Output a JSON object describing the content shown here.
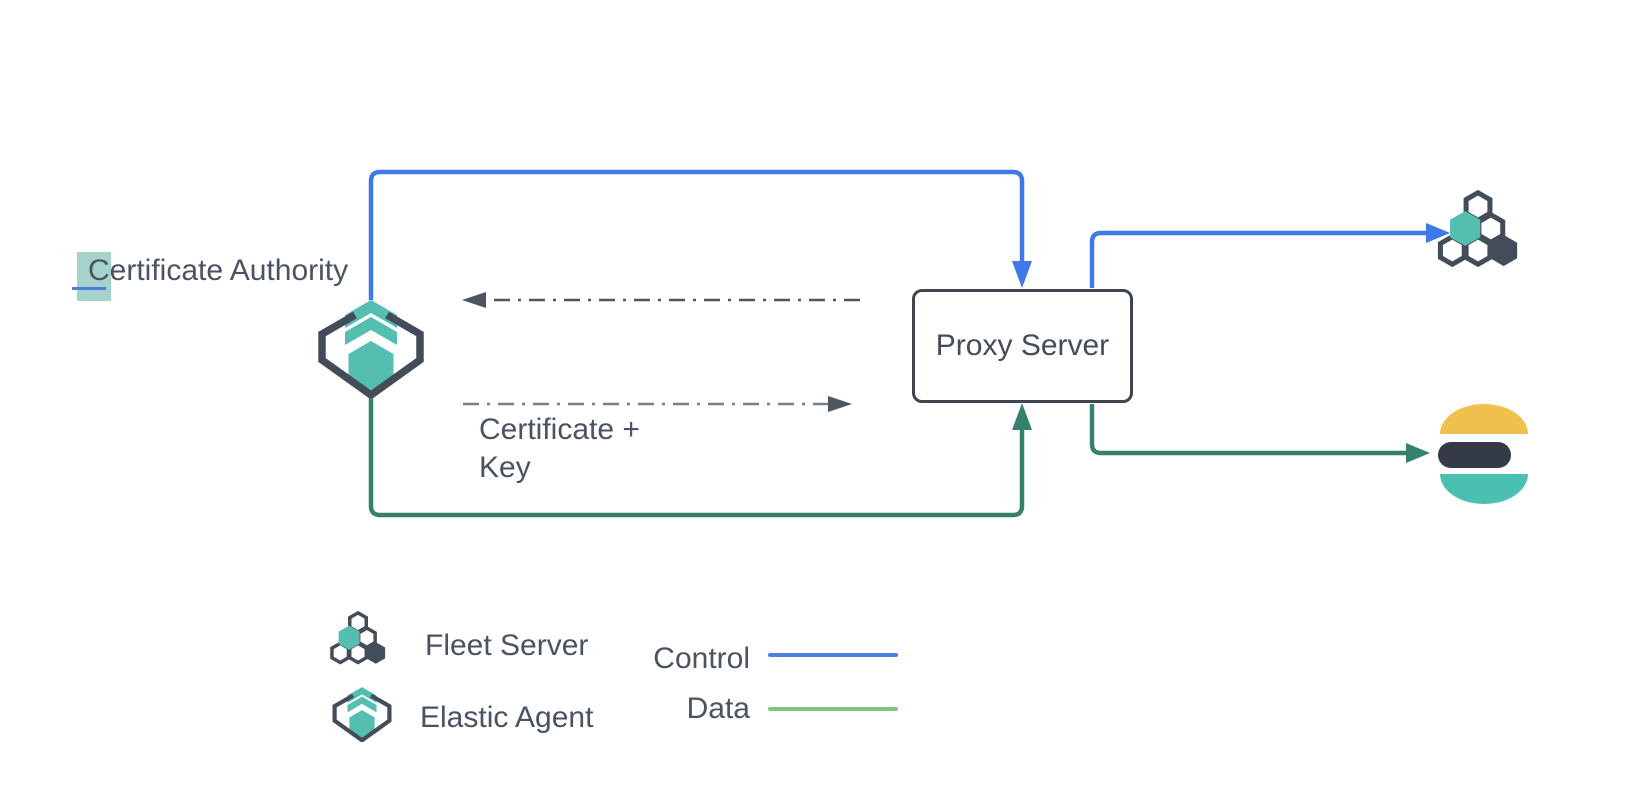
{
  "diagram": {
    "certificate_authority_label": "Certificate Authority",
    "proxy_server_label": "Proxy Server",
    "certificate_key_label": "Certificate + Key"
  },
  "legend": {
    "fleet_server_label": "Fleet Server",
    "elastic_agent_label": "Elastic Agent",
    "control_label": "Control",
    "data_label": "Data"
  },
  "colors": {
    "control_blue": "#3D79E8",
    "data_green": "#35816B",
    "legend_control_blue": "#4C80E8",
    "legend_data_green": "#84C57E",
    "outline_slate": "#454C59",
    "brand_teal": "#54BFB0",
    "es_yellow": "#EFC04B",
    "es_dark": "#343B47",
    "es_teal": "#4BBFB2",
    "text_color": "#4A5361",
    "dashed_dark": "#4F565F",
    "dashed_light": "#7A8087",
    "ca_highlight_teal": "#A5D3CC",
    "ca_cursor_blue": "#4E7CD9",
    "proxy_border": "#3F4652"
  },
  "icons": {
    "elastic_agent": "elastic-agent-icon (hex bracket + teal chevrons + teal hexagon)",
    "fleet_server": "fleet-server-icon (hexagon cluster, teal + dark)",
    "elasticsearch": "elasticsearch-icon (yellow/dark/teal logo)"
  }
}
